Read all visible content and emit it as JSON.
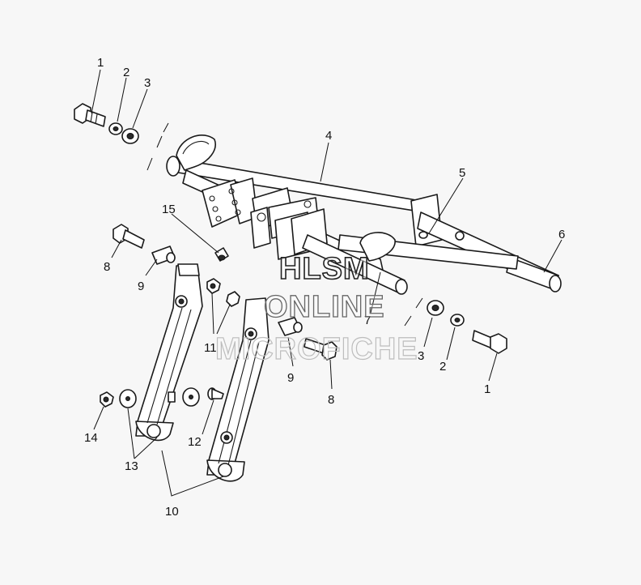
{
  "callouts": {
    "c1a": "1",
    "c2a": "2",
    "c3a": "3",
    "c4": "4",
    "c5": "5",
    "c6": "6",
    "c7": "7",
    "c8a": "8",
    "c9a": "9",
    "c8b": "8",
    "c9b": "9",
    "c11": "11",
    "c3b": "3",
    "c2b": "2",
    "c1b": "1",
    "c12": "12",
    "c13": "13",
    "c14": "14",
    "c15": "15",
    "c10": "10"
  },
  "watermark": {
    "line1": "HLSM",
    "line2": "ONLINE",
    "line3": "MICROFICHE"
  }
}
